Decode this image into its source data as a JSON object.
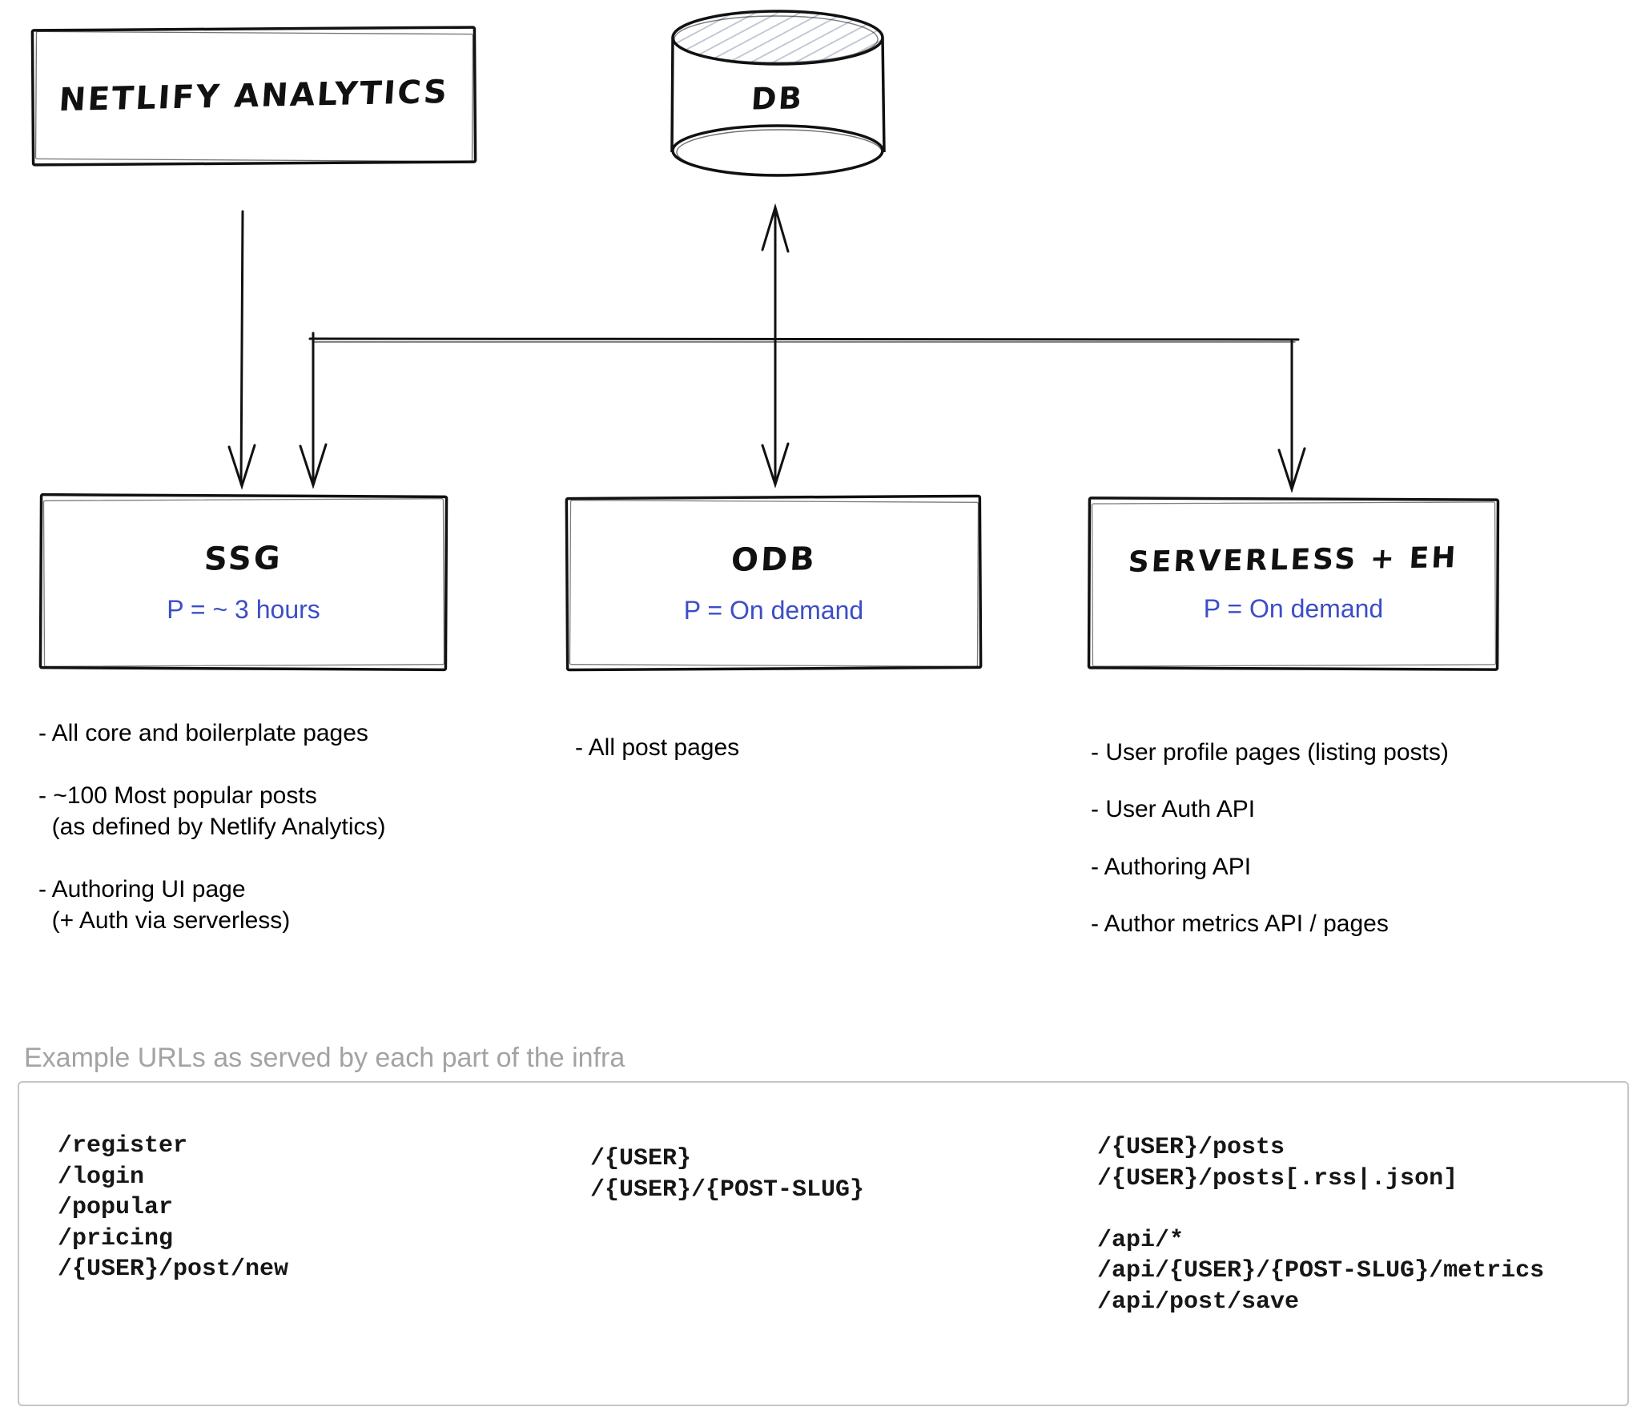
{
  "colors": {
    "ink": "#111111",
    "accent_blue": "#3c4ec6",
    "muted_gray": "#a3a3a3",
    "footer_border_gray": "#c5c5c5",
    "db_hatch": "#b9c2d0"
  },
  "diagram": {
    "source_box": {
      "title": "NETLIFY ANALYTICS"
    },
    "database": {
      "title": "DB"
    },
    "nodes": [
      {
        "title": "SSG",
        "schedule": "P = ~ 3 hours",
        "notes": [
          "- All core and boilerplate pages",
          "",
          "- ~100 Most popular posts",
          "  (as defined by Netlify Analytics)",
          "",
          "- Authoring UI page",
          "  (+ Auth via serverless)"
        ]
      },
      {
        "title": "ODB",
        "schedule": "P = On demand",
        "notes": [
          "- All post pages"
        ]
      },
      {
        "title": "SERVERLESS + EH",
        "schedule": "P = On demand",
        "notes": [
          "- User profile pages (listing posts)",
          "",
          "- User Auth API",
          "",
          "- Authoring API",
          "",
          "- Author metrics API / pages"
        ]
      }
    ]
  },
  "footer": {
    "label": "Example URLs as served by each part of the infra",
    "url_columns": [
      {
        "lines": [
          "/register",
          "/login",
          "/popular",
          "/pricing",
          "/{USER}/post/new"
        ]
      },
      {
        "lines": [
          "/{USER}",
          "/{USER}/{POST-SLUG}"
        ]
      },
      {
        "lines": [
          "/{USER}/posts",
          "/{USER}/posts[.rss|.json]",
          "",
          "/api/*",
          "/api/{USER}/{POST-SLUG}/metrics",
          "/api/post/save"
        ]
      }
    ]
  }
}
